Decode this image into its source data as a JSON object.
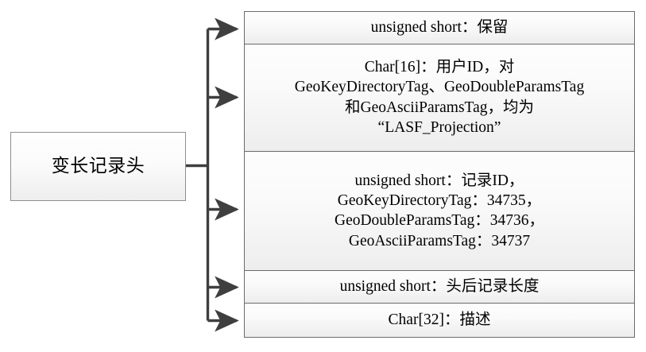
{
  "diagram": {
    "type": "structure-breakdown",
    "source_node": {
      "label": "变长记录头"
    },
    "fields": [
      {
        "id": "reserved",
        "text": "unsigned short：保留"
      },
      {
        "id": "user-id",
        "text": "Char[16]：用户ID，对\nGeoKeyDirectoryTag、GeoDoubleParamsTag\n和GeoAsciiParamsTag，均为\n“LASF_Projection”"
      },
      {
        "id": "record-id",
        "text": "unsigned short：记录ID，\nGeoKeyDirectoryTag：34735，\nGeoDoubleParamsTag：34736，\nGeoAsciiParamsTag：34737"
      },
      {
        "id": "record-length-after-header",
        "text": "unsigned short：头后记录长度"
      },
      {
        "id": "description",
        "text": "Char[32]：描述"
      }
    ],
    "connector": {
      "arrow_count": 5,
      "arrow_label": "branch-arrow",
      "line_color": "#3f3f3f",
      "border_color": "#6b6b6b",
      "fill_top_color": "#fdfdfd",
      "fill_bottom_color": "#ededed"
    }
  }
}
